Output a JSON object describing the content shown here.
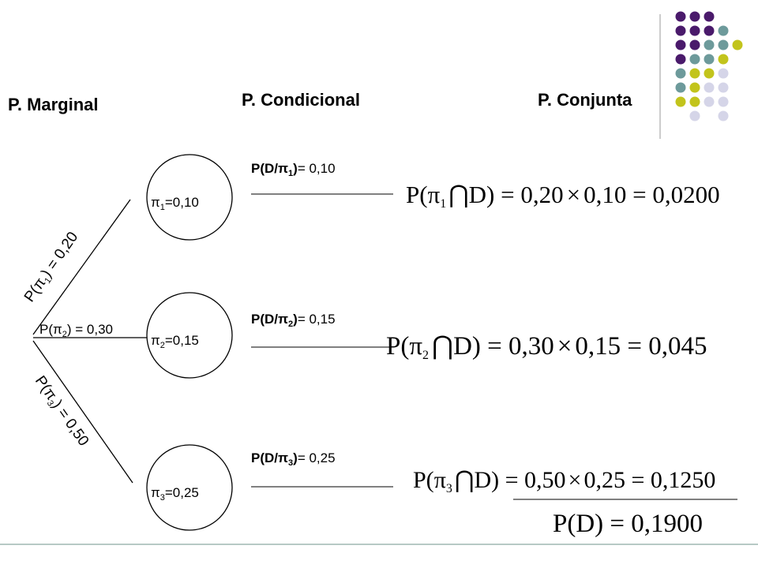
{
  "headings": {
    "marginal": "P. Marginal",
    "conditional": "P. Condicional",
    "joint": "P. Conjunta"
  },
  "pi_symbol": "π",
  "nodes": [
    {
      "index": "1",
      "value": "=0,10"
    },
    {
      "index": "2",
      "value": "=0,15"
    },
    {
      "index": "3",
      "value": "=0,25"
    }
  ],
  "branches": [
    {
      "prefix": "P(",
      "index": "1",
      "suffix": ") = 0,20"
    },
    {
      "prefix": "P(",
      "index": "2",
      "suffix": ") = 0,30"
    },
    {
      "prefix": "P(",
      "index": "3",
      "suffix": ") = 0,50"
    }
  ],
  "conditionals": [
    {
      "prefix": "P(D/",
      "index": "1",
      "close": ")",
      "value": "= 0,10"
    },
    {
      "prefix": "P(D/",
      "index": "2",
      "close": ")",
      "value": "= 0,15"
    },
    {
      "prefix": "P(D/",
      "index": "3",
      "close": ")",
      "value": "= 0,25"
    }
  ],
  "joint_formulas": [
    {
      "prefix": "P(",
      "index": "1",
      "middle": "D) = 0,20",
      "times": "×",
      "rest": "0,10 = 0,0200"
    },
    {
      "prefix": "P(",
      "index": "2",
      "middle": "D) = 0,30",
      "times": "×",
      "rest": "0,15 = 0,045"
    },
    {
      "prefix": "P(",
      "index": "3",
      "middle": "D) = 0,50",
      "times": "×",
      "rest": "0,25 = 0,1250"
    }
  ],
  "total": "P(D) = 0,1900",
  "colors": {
    "dot_purple": "#4a1a6b",
    "dot_teal": "#6d9a9b",
    "dot_olive": "#c2c41c",
    "dot_lavender": "#d5d5e8",
    "footer_line": "#9fb7b2"
  }
}
